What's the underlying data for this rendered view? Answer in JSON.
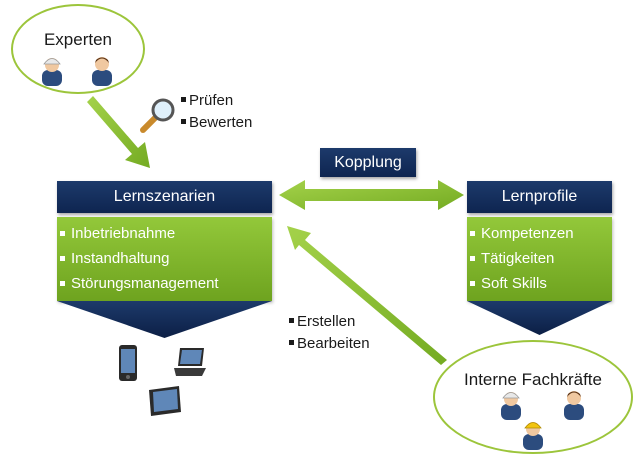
{
  "experts": {
    "label": "Experten"
  },
  "pruefen_list": [
    "Prüfen",
    "Bewerten"
  ],
  "kopplung": {
    "label": "Kopplung"
  },
  "lernszenarien": {
    "title": "Lernszenarien",
    "items": [
      "Inbetriebnahme",
      "Instandhaltung",
      "Störungsmanagement"
    ]
  },
  "lernprofile": {
    "title": "Lernprofile",
    "items": [
      "Kompetenzen",
      "Tätigkeiten",
      "Soft Skills"
    ]
  },
  "erstellen_list": [
    "Erstellen",
    "Bearbeiten"
  ],
  "internal": {
    "label": "Interne Fachkräfte"
  },
  "colors": {
    "navy": "#0e2550",
    "green": "#7db82b",
    "arrow_green": "#8cc63f",
    "ellipse_border": "#9cc53b"
  }
}
